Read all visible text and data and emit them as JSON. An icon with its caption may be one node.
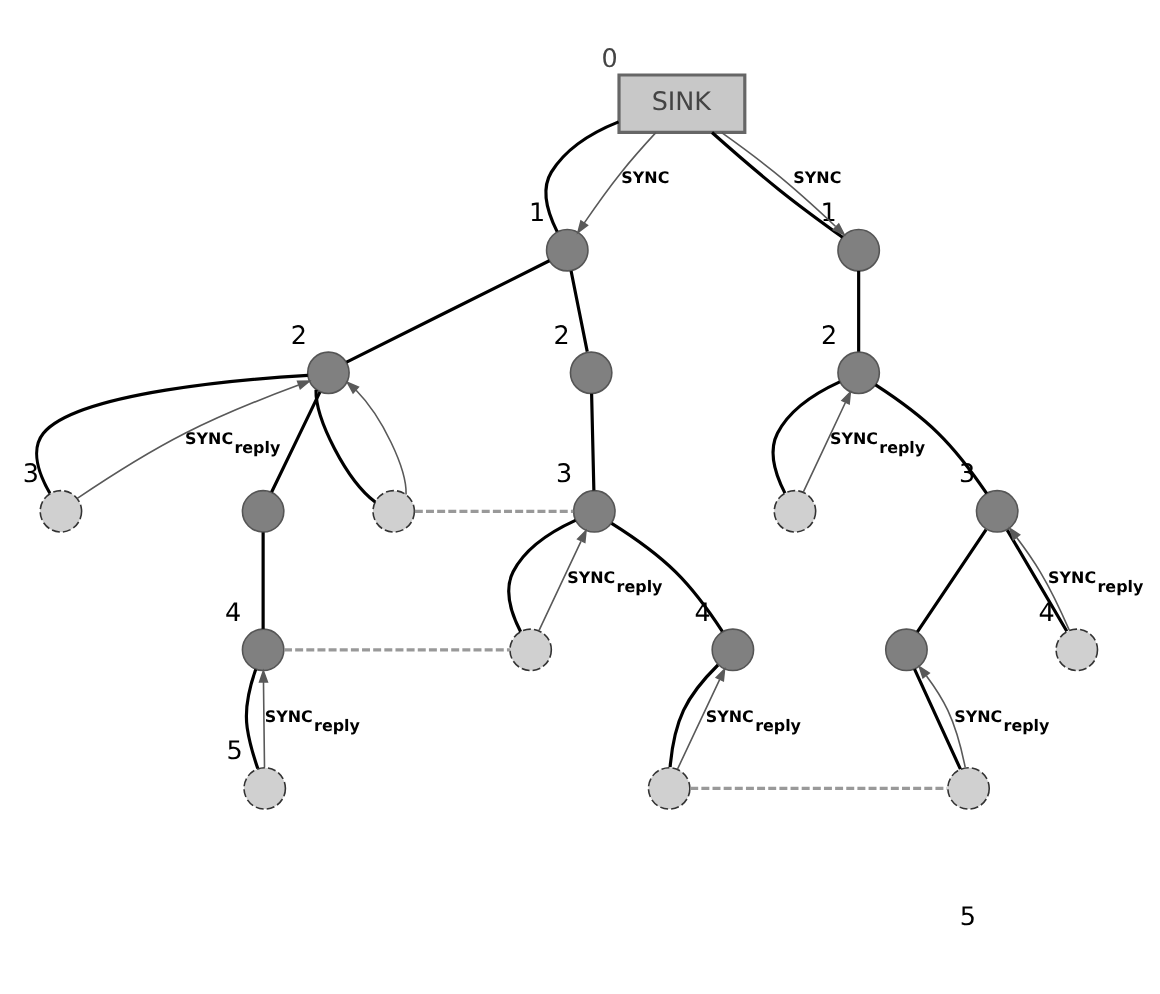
{
  "diagram": {
    "nodes": [
      {
        "text": [
          "SINK"
        ],
        "beside": [
          "0"
        ]
      },
      {
        "text": [],
        "shape": "circle",
        "beside": [
          "1"
        ]
      },
      {
        "text": [],
        "shape": "circle",
        "beside": [
          "1"
        ]
      },
      {
        "text": [],
        "shape": "circle",
        "beside": [
          "2"
        ]
      },
      {
        "text": [],
        "shape": "circle",
        "beside": [
          "2"
        ]
      },
      {
        "text": [],
        "shape": "circle",
        "beside": [
          "2"
        ]
      },
      {
        "text": [],
        "shape": "circle",
        "beside": [
          "3"
        ]
      },
      {
        "text": [],
        "shape": "circle"
      },
      {
        "text": [],
        "shape": "circle"
      },
      {
        "text": [],
        "shape": "circle",
        "beside": [
          "3"
        ]
      },
      {
        "text": [],
        "shape": "circle"
      },
      {
        "text": [],
        "shape": "circle",
        "beside": [
          "3"
        ]
      },
      {
        "text": [],
        "shape": "circle",
        "beside": [
          "4"
        ]
      },
      {
        "text": [],
        "shape": "circle"
      },
      {
        "text": [],
        "shape": "circle",
        "beside": [
          "4"
        ]
      },
      {
        "text": [],
        "shape": "circle"
      },
      {
        "text": [],
        "shape": "circle",
        "beside": [
          "4"
        ]
      },
      {
        "text": [],
        "shape": "circle",
        "beside": [
          "5"
        ]
      },
      {
        "text": [],
        "shape": "circle"
      },
      {
        "text": [],
        "shape": "circle"
      }
    ],
    "edges": [
      {
        "from": 0,
        "to": 1,
        "arrow": "none"
      },
      {
        "from": 0,
        "to": 2,
        "arrow": "none"
      },
      {
        "from": 1,
        "to": 3,
        "arrow": "none"
      },
      {
        "from": 1,
        "to": 4,
        "arrow": "none"
      },
      {
        "from": 2,
        "to": 5,
        "arrow": "none"
      },
      {
        "from": 3,
        "to": 6,
        "arrow": "none"
      },
      {
        "from": 3,
        "to": 7,
        "arrow": "none"
      },
      {
        "from": 3,
        "to": 8,
        "arrow": "none"
      },
      {
        "from": 4,
        "to": 9,
        "arrow": "none"
      },
      {
        "from": 5,
        "to": 10,
        "arrow": "none"
      },
      {
        "from": 5,
        "to": 11,
        "arrow": "none"
      },
      {
        "from": 7,
        "to": 12,
        "arrow": "none"
      },
      {
        "from": 9,
        "to": 13,
        "arrow": "none"
      },
      {
        "from": 9,
        "to": 14,
        "arrow": "none"
      },
      {
        "from": 11,
        "to": 15,
        "arrow": "none"
      },
      {
        "from": 11,
        "to": 16,
        "arrow": "none"
      },
      {
        "from": 12,
        "to": 17,
        "arrow": "none"
      },
      {
        "from": 14,
        "to": 18,
        "arrow": "none"
      },
      {
        "from": 15,
        "to": 19,
        "arrow": "none"
      },
      {
        "from": 8,
        "to": 9,
        "arrow": "none",
        "style": "dashed",
        "color": "#999999"
      },
      {
        "from": 12,
        "to": 13,
        "arrow": "none",
        "style": "dashed",
        "color": "#999999"
      },
      {
        "from": 18,
        "to": 19,
        "arrow": "none",
        "style": "dashed",
        "color": "#999999"
      },
      {
        "from": 0,
        "to": 1,
        "arrow": "to",
        "label": "SYNC",
        "color": "#595959"
      },
      {
        "from": 0,
        "to": 2,
        "arrow": "to",
        "label": "SYNC",
        "color": "#595959"
      },
      {
        "from": 6,
        "to": 3,
        "arrow": "to",
        "label": "SYNC$_{reply}$",
        "color": "#595959"
      },
      {
        "from": 8,
        "to": 3,
        "arrow": "to",
        "color": "#595959"
      },
      {
        "from": 10,
        "to": 5,
        "arrow": "to",
        "label": "SYNC$_{reply}$",
        "color": "#595959"
      },
      {
        "from": 13,
        "to": 9,
        "arrow": "to",
        "label": "SYNC$_{reply}$",
        "color": "#595959"
      },
      {
        "from": 16,
        "to": 11,
        "arrow": "to",
        "label": "SYNC$_{reply}$",
        "color": "#595959"
      },
      {
        "from": 17,
        "to": 12,
        "arrow": "to",
        "label": "SYNC$_{reply}$",
        "color": "#595959"
      },
      {
        "from": 18,
        "to": 14,
        "arrow": "to",
        "label": "SYNC$_{reply}$",
        "color": "#595959"
      },
      {
        "from": 19,
        "to": 15,
        "arrow": "to",
        "label": "SYNC$_{reply}$",
        "color": "#595959"
      }
    ],
    "labels": [
      "5"
    ]
  }
}
